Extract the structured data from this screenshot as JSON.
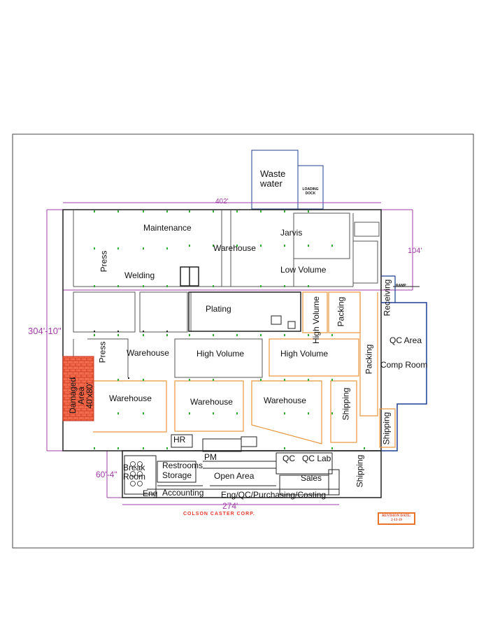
{
  "rooms": {
    "wastewater": "Waste\nwater",
    "loading_dock": "LOADING\nDOCK",
    "maintenance": "Maintenance",
    "jarvis": "Jarvis",
    "warehouse_top": "Warehouse",
    "press_top": "Press",
    "welding": "Welding",
    "low_volume": "Low Volume",
    "receiving": "Receiving",
    "plating": "Plating",
    "high_volume_v": "High Volume",
    "packing_top": "Packing",
    "qc_area": "QC Area",
    "comp_room": "Comp Room",
    "press_mid": "Press",
    "warehouse_mid": "Warehouse",
    "high_volume_mid": "High Volume",
    "high_volume_right": "High Volume",
    "packing_right": "Packing",
    "damaged_area": "Damaged\nArea\n40'x80'",
    "warehouse_low1": "Warehouse",
    "warehouse_low2": "Warehouse",
    "warehouse_low3": "Warehouse",
    "shipping_mid": "Shipping",
    "shipping_right": "Shipping",
    "hr": "HR",
    "pm": "PM",
    "break_room": "Break\nRoom",
    "restrooms": "Restrooms",
    "storage": "Storage",
    "open_area": "Open Area",
    "qc": "QC",
    "qc_lab": "QC Lab",
    "sales": "Sales",
    "shipping_office": "Shipping",
    "eng": "Eng",
    "accounting": "Accounting",
    "eng_qc": "Eng/QC/Purchasing/Costing",
    "ramp": "RAMP"
  },
  "dimensions": {
    "top": "402'",
    "left": "304'-10\"",
    "right": "104'",
    "bottom_left": "60'-4\"",
    "bottom": "274'"
  },
  "footer": {
    "company": "COLSON CASTER CORP.",
    "revision": "REVISION DATE:\n2-13-19"
  },
  "colors": {
    "wall": "#222222",
    "dimension": "#a23ca8",
    "orange_zone": "#e8963c",
    "blue_zone": "#1f3f8f",
    "damaged_fill": "#e8573a",
    "marker": "#2db02d"
  }
}
